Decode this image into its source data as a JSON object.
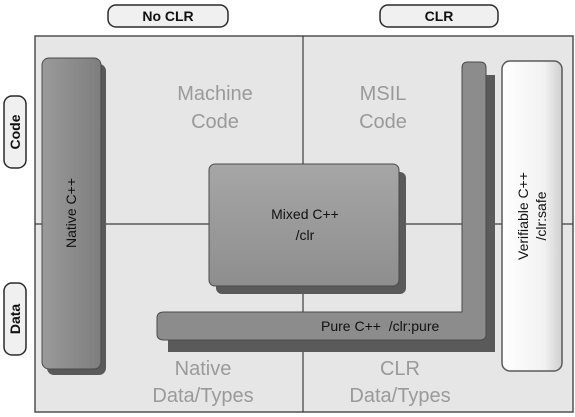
{
  "header": {
    "no_clr": "No CLR",
    "clr": "CLR"
  },
  "sidebar": {
    "code": "Code",
    "data": "Data"
  },
  "quadrants": {
    "machine_code": [
      "Machine",
      "Code"
    ],
    "msil_code": [
      "MSIL",
      "Code"
    ],
    "native_data": [
      "Native",
      "Data/Types"
    ],
    "clr_data": [
      "CLR",
      "Data/Types"
    ]
  },
  "boxes": {
    "native_cpp": "Native C++",
    "mixed_cpp": [
      "Mixed C++",
      "/clr"
    ],
    "pure_cpp": "Pure C++  /clr:pure",
    "verifiable_cpp": [
      "Verifiable C++",
      "/clr:safe"
    ]
  },
  "colors": {
    "panel": "#e6e6e6",
    "panel_border": "#505050",
    "grid_line": "#3c3c3c",
    "box_fill": "#8c8c8c",
    "mixed_fill": "#9a9a9a",
    "shadow": "#5a5a5a",
    "quadrant_text": "#9a9a9a",
    "tag_fill": "#f0f0f0"
  }
}
